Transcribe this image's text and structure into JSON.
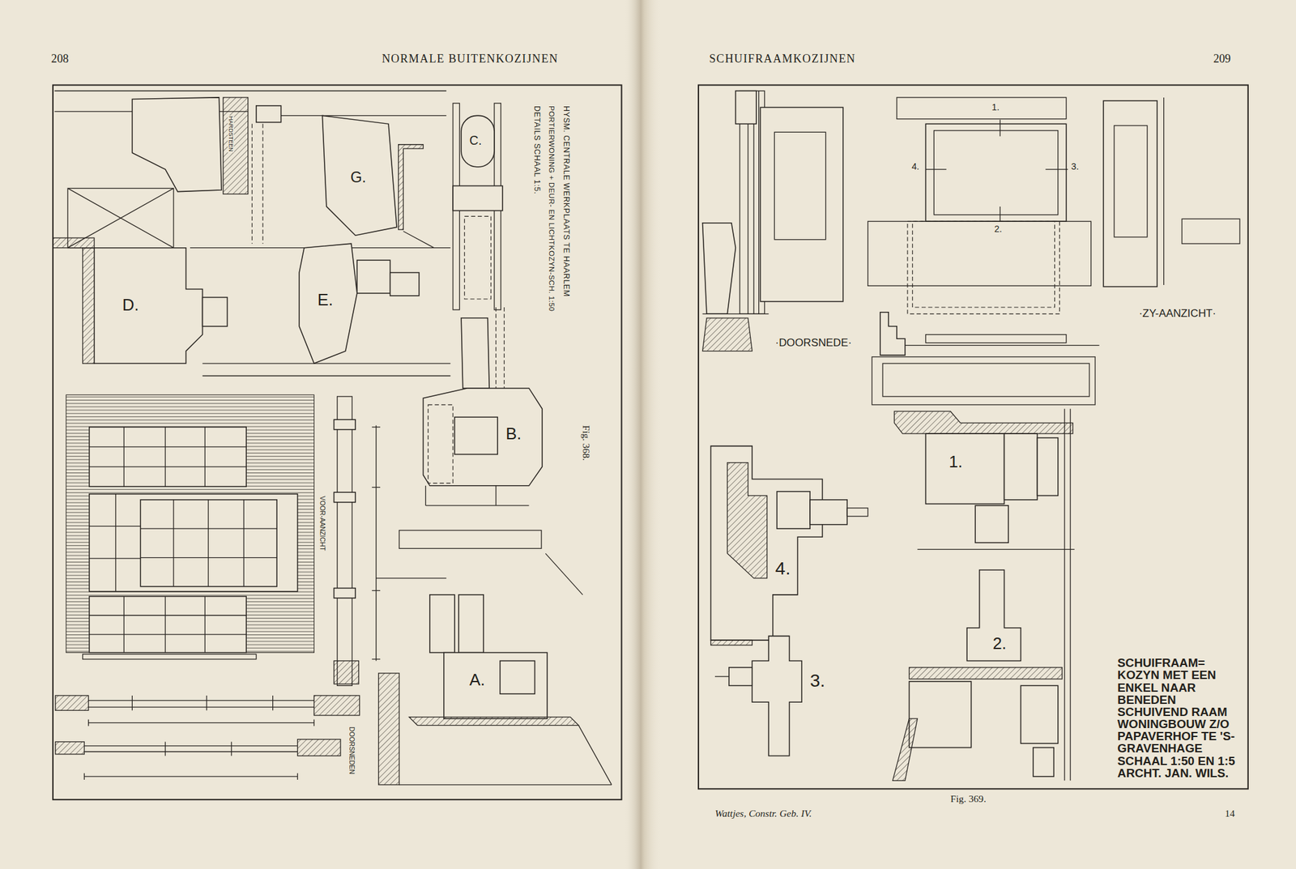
{
  "diagram": {
    "labels": [
      "208",
      "NORMALE BUITENKOZIJNEN",
      "SCHUIFRAAMKOZIJNEN",
      "209",
      "HYSM. CENTRALE WERKPLAATS TE HAARLEM",
      "PORTIERWONING + DEUR- EN LICHTKOZYN-SCH. 1:50",
      "DETAILS SCHAAL 1:5.",
      "D.",
      "E.",
      "G.",
      "C.",
      "B.",
      "A.",
      "HARDSTEEN",
      "VOOR-AANZICHT",
      "DOORSNEDEN",
      "Fig. 368.",
      "·DOORSNEDE·",
      "·ZY-AANZICHT·",
      "1.",
      "2.",
      "3.",
      "4.",
      "1.",
      "2.",
      "4.",
      "3.",
      "SCHUIFRAAM= KOZYN MET EEN ENKEL NAAR BENEDEN SCHUIVEND RAAM WONINGBOUW Z/O PAPAVERHOF TE 'S-GRAVENHAGE SCHAAL 1:50 EN 1:5 ARCHT. JAN. WILS.",
      "Fig. 369.",
      "Wattjes, Constr. Geb. IV.",
      "14"
    ]
  }
}
